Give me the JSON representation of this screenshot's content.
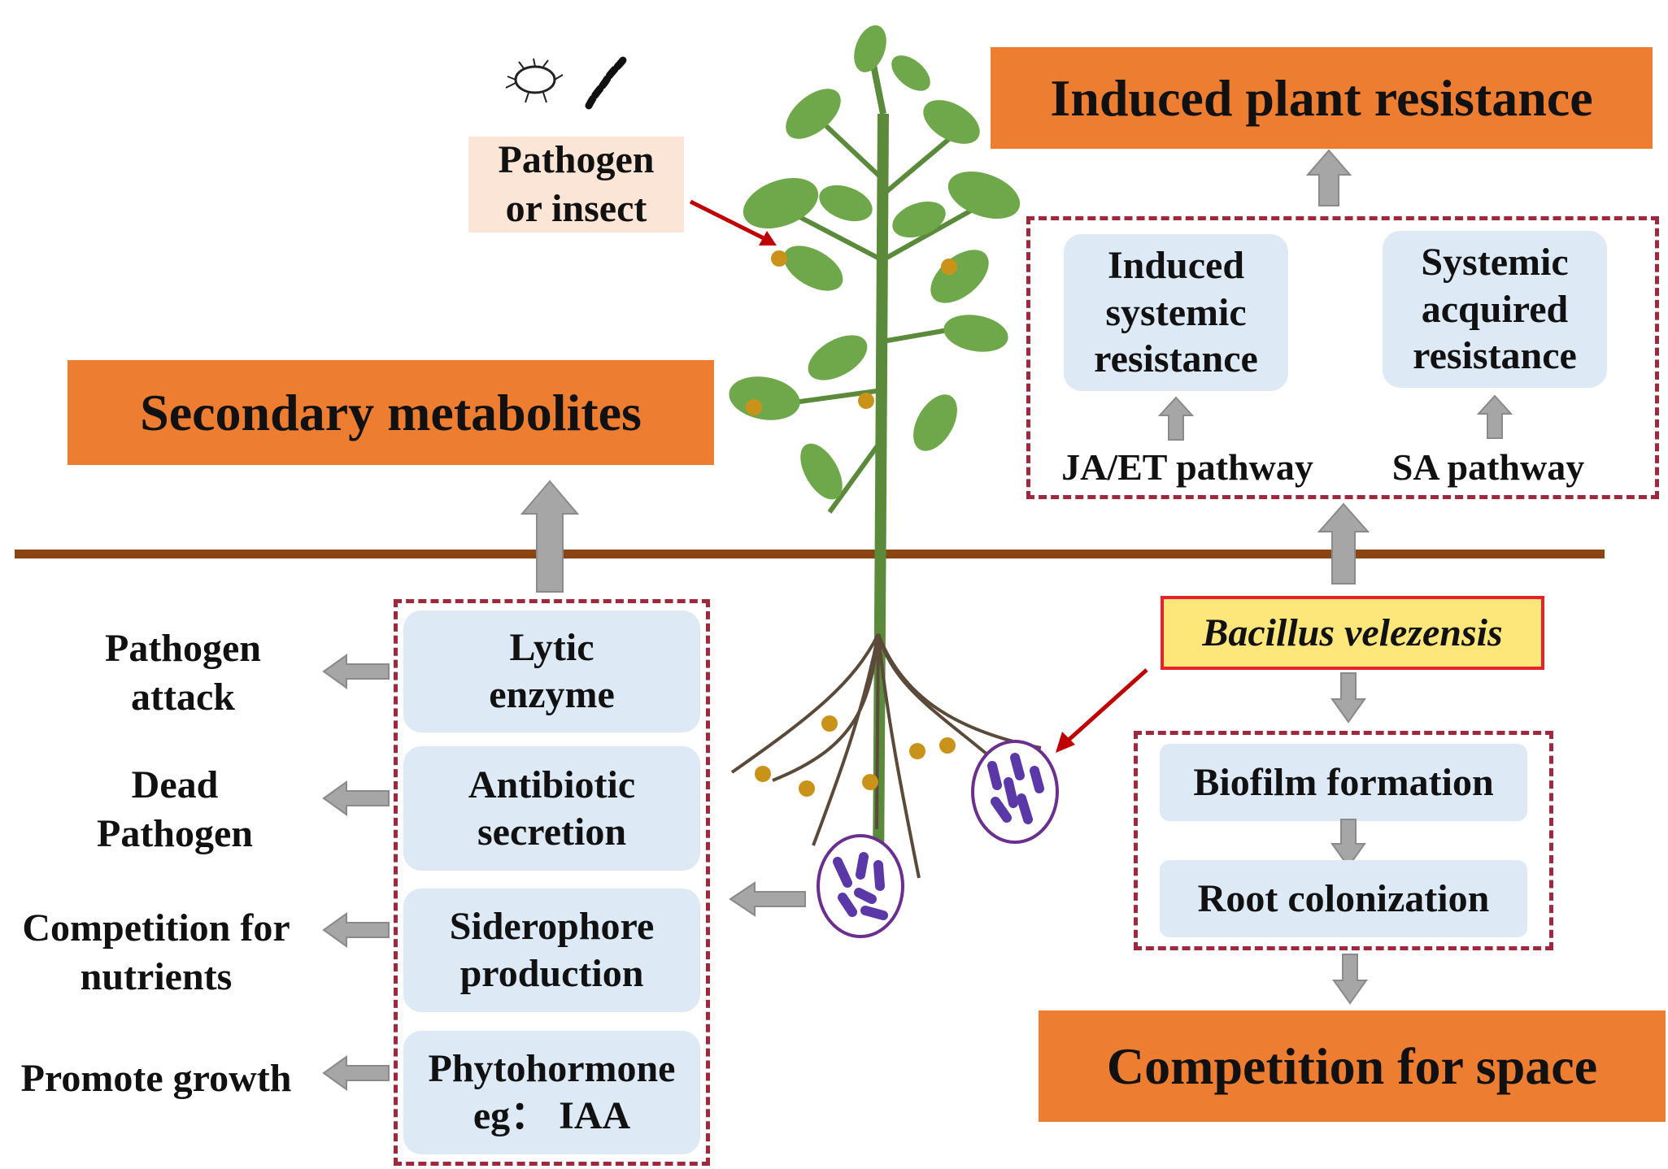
{
  "top_left": {
    "pathogen_label": "Pathogen\nor insect",
    "secondary_metabolites": "Secondary metabolites"
  },
  "top_right": {
    "induced_plant_resistance": "Induced plant resistance",
    "isr_label": "Induced\nsystemic\nresistance",
    "sar_label": "Systemic\nacquired\nresistance",
    "ja_et_pathway": "JA/ET pathway",
    "sa_pathway": "SA pathway"
  },
  "left_mechanisms": [
    {
      "box": "Lytic\nenzyme",
      "effect": "Pathogen\nattack"
    },
    {
      "box": "Antibiotic\nsecretion",
      "effect": "Dead\nPathogen"
    },
    {
      "box": "Siderophore\nproduction",
      "effect": "Competition for\nnutrients"
    },
    {
      "box": "Phytohormone\neg： IAA",
      "effect": "Promote growth"
    }
  ],
  "right_bottom": {
    "bacillus": "Bacillus velezensis",
    "biofilm": "Biofilm formation",
    "root_colonization": "Root colonization",
    "competition_space": "Competition for space"
  },
  "colors": {
    "orange": "#ed7d31",
    "light_blue": "#dde9f5",
    "dashed_border": "#a0283c",
    "arrow_gray": "#a6a6a6",
    "soil_line": "#8b4513",
    "bacillus_bg": "#fde67a",
    "bacillus_border": "#e8212b",
    "red_arrow": "#c00000",
    "pathogen_bg": "#fbe5d6"
  }
}
